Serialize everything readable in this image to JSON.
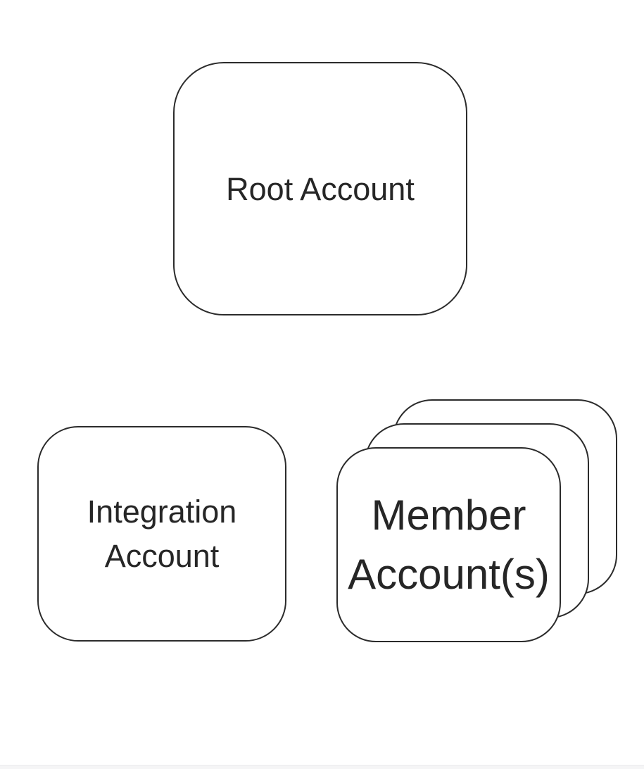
{
  "diagram": {
    "nodes": {
      "root": {
        "label": "Root Account"
      },
      "integration": {
        "label": "Integration Account"
      },
      "member": {
        "label": "Member Account(s)",
        "stack_count": 3
      }
    },
    "colors": {
      "node_fill": "#ffffff",
      "node_stroke": "#2b2b2b",
      "label_text": "#262626"
    }
  },
  "footer": {
    "strip_color": "#f5f5f6",
    "divider_color": "#ebebed"
  }
}
